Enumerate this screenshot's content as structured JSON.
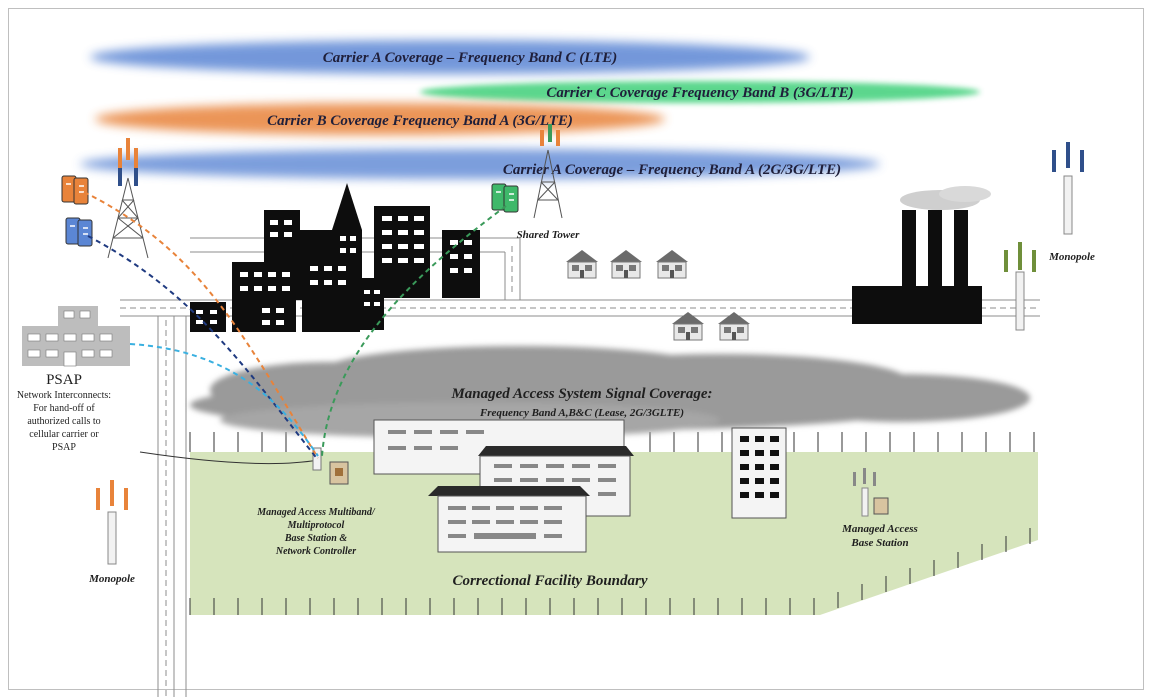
{
  "bands": {
    "carrier_a_band_c": "Carrier A Coverage – Frequency Band C (LTE)",
    "carrier_c_band_b": "Carrier C Coverage Frequency Band B (3G/LTE)",
    "carrier_b_band_a": "Carrier B Coverage Frequency Band A (3G/LTE)",
    "carrier_a_band_a": "Carrier A Coverage – Frequency Band A (2G/3G/LTE)"
  },
  "labels": {
    "shared_tower": "Shared Tower",
    "monopole_right": "Monopole",
    "monopole_left": "Monopole",
    "psap_title": "PSAP",
    "psap_desc": [
      "Network Interconnects:",
      "For hand-off of",
      "authorized calls to",
      "cellular carrier or",
      "PSAP"
    ],
    "mas_title": "Managed Access System Signal Coverage:",
    "mas_sub": "Frequency Band A,B&C (Lease, 2G/3GLTE)",
    "base_station_controller": [
      "Managed Access Multiband/",
      "Multiprotocol",
      "Base Station &",
      "Network Controller"
    ],
    "managed_access_bs": [
      "Managed Access",
      "Base Station"
    ],
    "facility_boundary": "Correctional Facility Boundary"
  },
  "colors": {
    "carrier_a": "#5b86d4",
    "carrier_b": "#e8833a",
    "carrier_c": "#3fd07a",
    "facility_fill": "#d6e4bc",
    "cloud_gray": "#9a9a9a",
    "building_black": "#0d0d0d"
  },
  "icons": [
    "cell-tower-icon",
    "monopole-antenna-icon",
    "radio-unit-icon",
    "house-icon",
    "factory-icon",
    "office-building-icon"
  ]
}
